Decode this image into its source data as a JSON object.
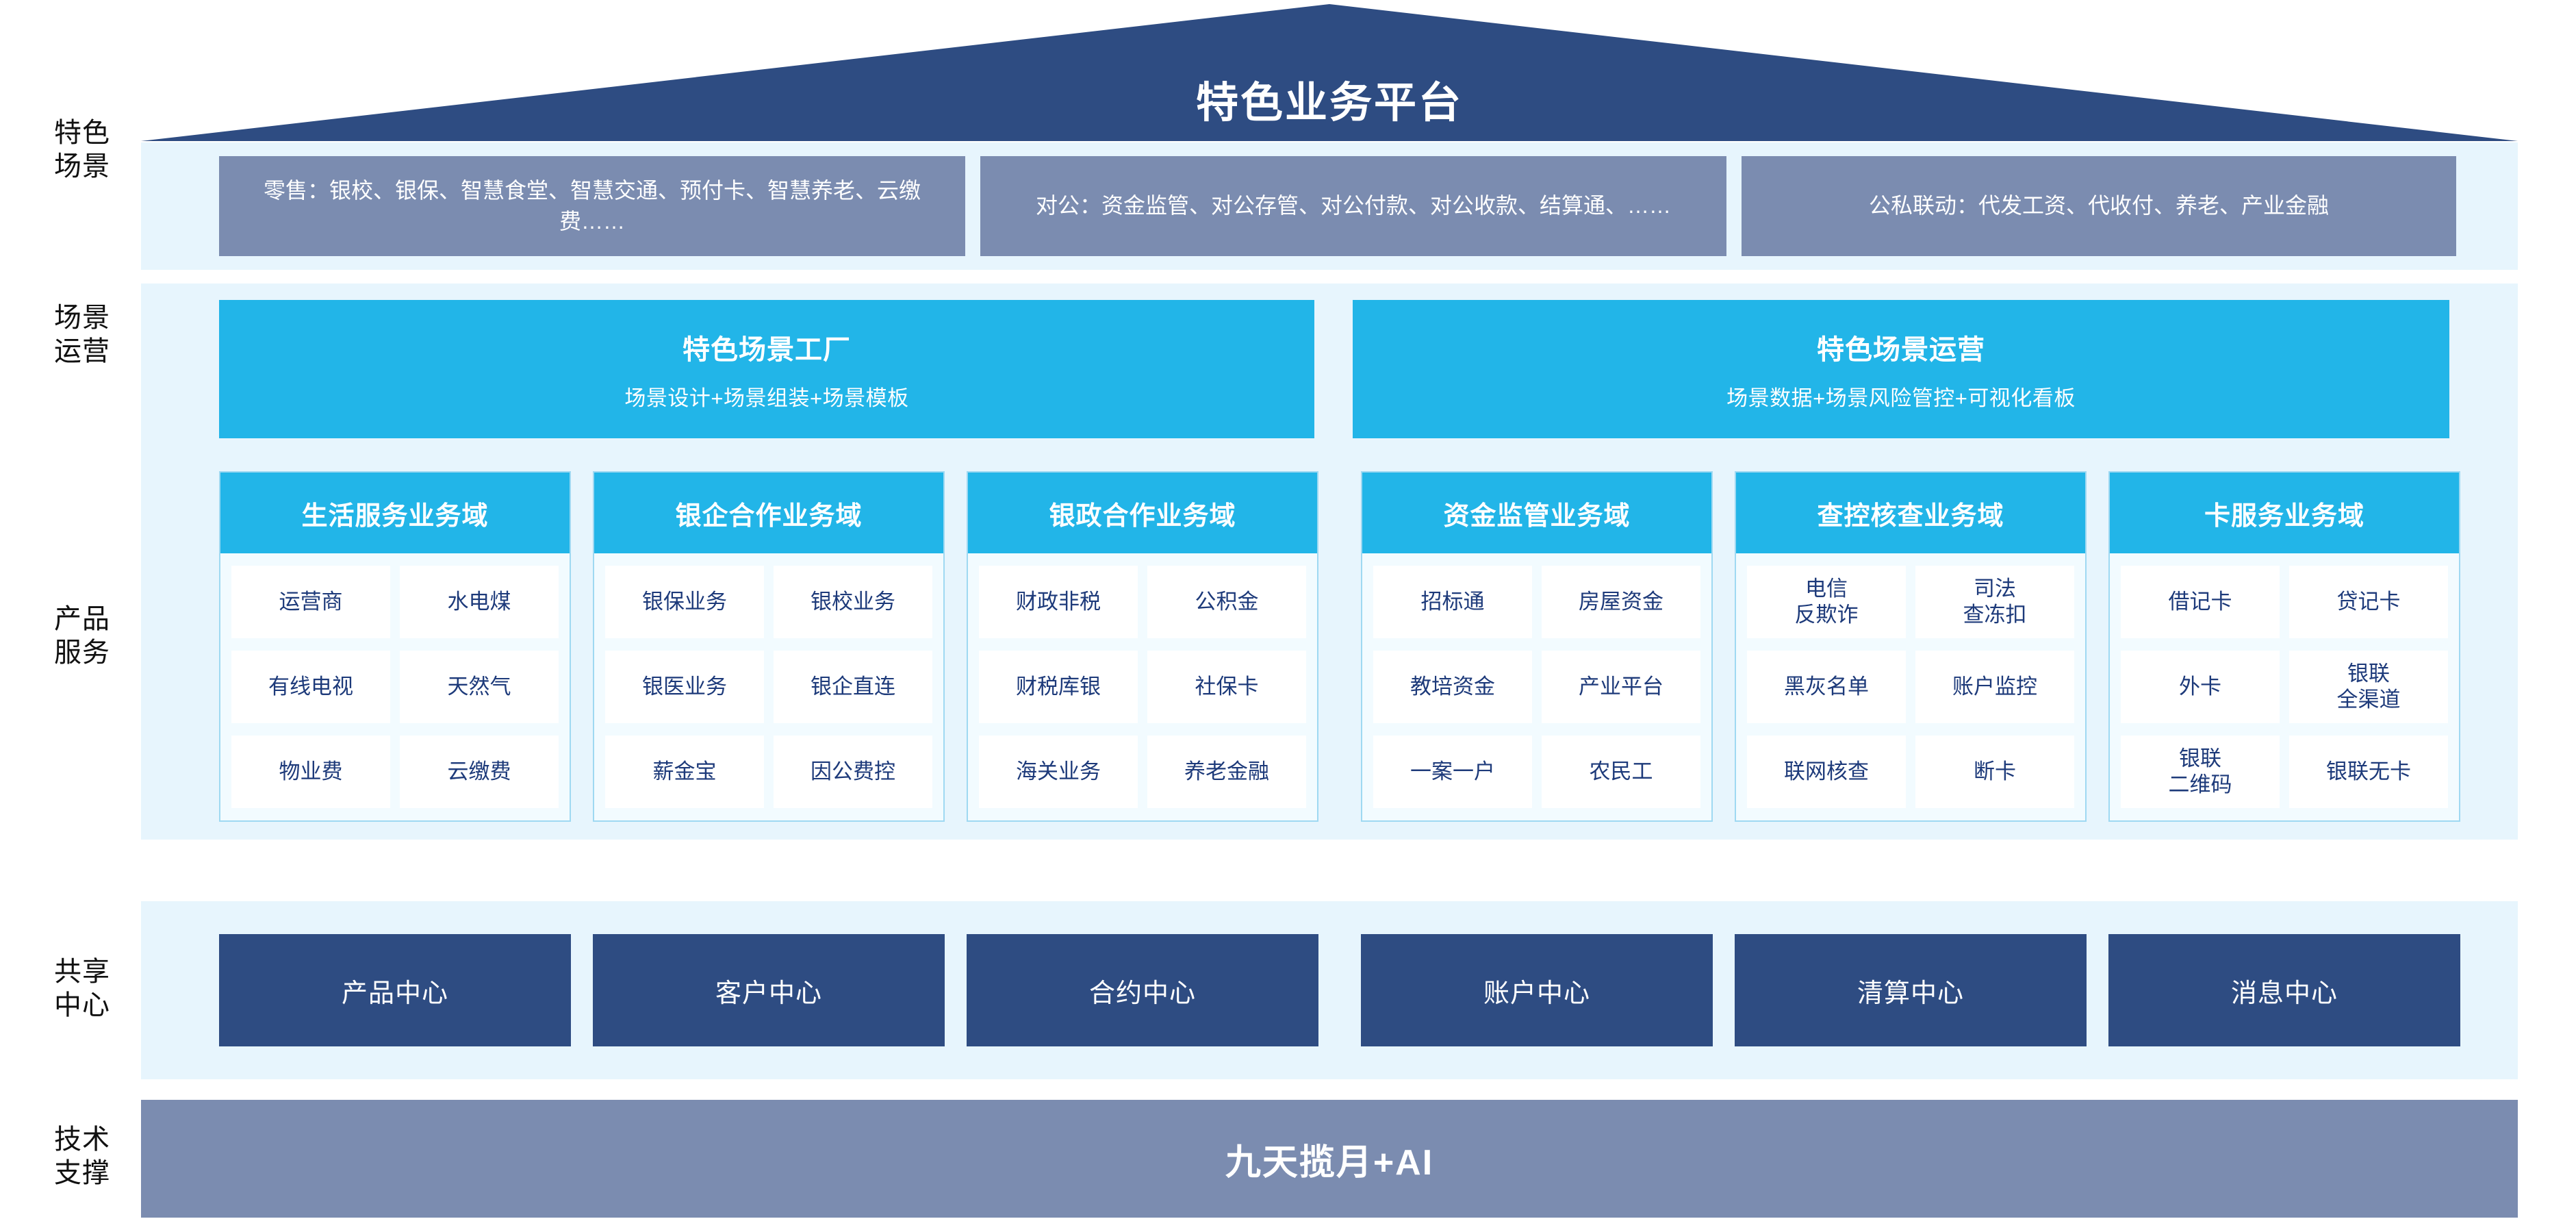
{
  "header": {
    "title": "特色业务平台"
  },
  "row_labels": {
    "scenes": "特色\n场景",
    "operations": "场景\n运营",
    "products": "产品\n服务",
    "shared_centers": "共享\n中心",
    "tech_support": "技术\n支撑"
  },
  "colors": {
    "roof_dark_blue": "#2e4c82",
    "scene_grey_blue": "#7b8cb0",
    "accent_cyan": "#22b5e8",
    "panel_bg": "#e7f5fd",
    "card_bg": "#f2fbff",
    "card_border": "#9fd9f2",
    "cell_text": "#1d3a7a",
    "page_bg": "#ffffff"
  },
  "scenes": {
    "items": [
      {
        "label": "零售：银校、银保、智慧食堂、智慧交通、预付卡、智慧养老、云缴费……"
      },
      {
        "label": "对公：资金监管、对公存管、对公付款、对公收款、结算通、……"
      },
      {
        "label": "公私联动：代发工资、代收付、养老、产业金融"
      }
    ]
  },
  "operations": {
    "items": [
      {
        "title": "特色场景工厂",
        "subtitle": "场景设计+场景组装+场景模板"
      },
      {
        "title": "特色场景运营",
        "subtitle": "场景数据+场景风险管控+可视化看板"
      }
    ]
  },
  "products": {
    "domains": [
      {
        "title": "生活服务业务域",
        "cells": [
          "运营商",
          "水电煤",
          "有线电视",
          "天然气",
          "物业费",
          "云缴费"
        ]
      },
      {
        "title": "银企合作业务域",
        "cells": [
          "银保业务",
          "银校业务",
          "银医业务",
          "银企直连",
          "薪金宝",
          "因公费控"
        ]
      },
      {
        "title": "银政合作业务域",
        "cells": [
          "财政非税",
          "公积金",
          "财税库银",
          "社保卡",
          "海关业务",
          "养老金融"
        ]
      },
      {
        "title": "资金监管业务域",
        "cells": [
          "招标通",
          "房屋资金",
          "教培资金",
          "产业平台",
          "一案一户",
          "农民工"
        ]
      },
      {
        "title": "查控核查业务域",
        "cells": [
          "电信\n反欺诈",
          "司法\n查冻扣",
          "黑灰名单",
          "账户监控",
          "联网核查",
          "断卡"
        ]
      },
      {
        "title": "卡服务业务域",
        "cells": [
          "借记卡",
          "贷记卡",
          "外卡",
          "银联\n全渠道",
          "银联\n二维码",
          "银联无卡"
        ]
      }
    ]
  },
  "shared_centers": {
    "items": [
      "产品中心",
      "客户中心",
      "合约中心",
      "账户中心",
      "清算中心",
      "消息中心"
    ]
  },
  "tech_support": {
    "label": "九天揽月+AI"
  }
}
